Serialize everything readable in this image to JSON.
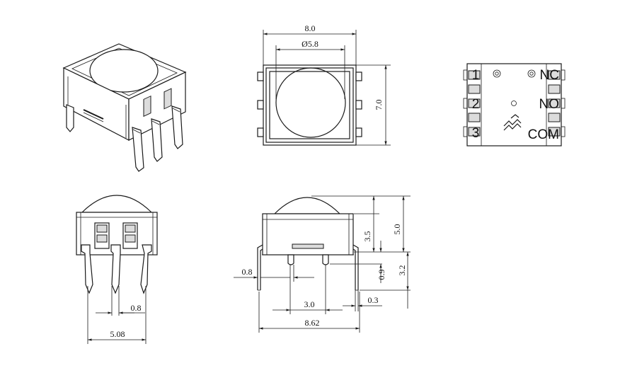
{
  "top_view": {
    "width_label": "8.0",
    "diameter_label": "Ø5.8",
    "height_label": "7.0"
  },
  "bottom_view": {
    "pin_numbers": [
      "1",
      "2",
      "3"
    ],
    "pin_names": [
      "NC",
      "NO",
      "COM"
    ]
  },
  "front_view": {
    "pin_width_label": "0.8",
    "pin_pitch_label": "5.08"
  },
  "side_view": {
    "pin_width_label": "0.8",
    "spacing_label": "3.0",
    "pin_thickness_label": "0.3",
    "body_width_label": "8.62",
    "cap_height_label": "3.5",
    "total_height_label": "5.0",
    "standoff_label": "0.9",
    "pin_length_label": "3.2"
  }
}
